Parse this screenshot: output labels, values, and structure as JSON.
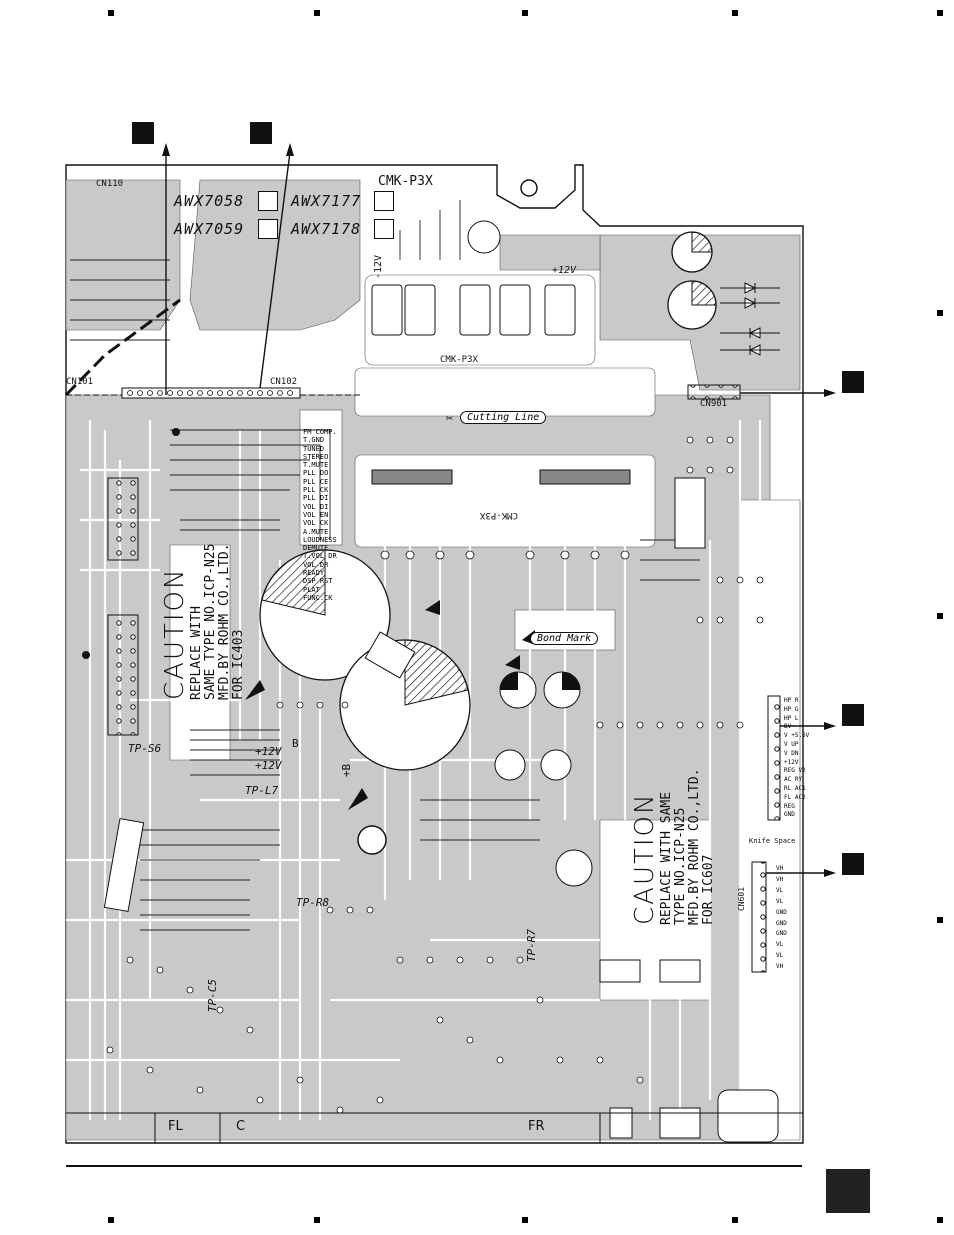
{
  "board": {
    "name": "CMK-P3X",
    "inner_name": "CMK-P3X",
    "center_name": "CMK-P3X"
  },
  "models": [
    "AWX7058",
    "AWX7177",
    "AWX7059",
    "AWX7178"
  ],
  "labels": {
    "cutting_line": "Cutting Line",
    "bond_mark": "Bond Mark",
    "plus12v": "+12V",
    "plus12v_a": "+12V",
    "plus12v_b": "+12V",
    "minus12v": "-12V",
    "knife_space": "Knife Space",
    "tp_s6": "TP-S6",
    "tp_l7": "TP-L7",
    "tp_r8": "TP-R8",
    "tp_r7": "TP-R7",
    "tp_c5": "TP-C5",
    "b_label": "B",
    "plus_b": "+B",
    "fl": "FL",
    "c": "C",
    "fr": "FR",
    "cn110": "CN110",
    "cn101": "CN101",
    "cn102": "CN102",
    "cn601": "CN601",
    "cn901": "CN901"
  },
  "caution_left": {
    "title": "CAUTION",
    "lines": [
      "REPLACE WITH",
      "SAME TYPE NO.ICP-N25",
      "MFD.BY ROHM CO.,LTD.",
      "FOR IC403"
    ]
  },
  "caution_right": {
    "title": "CAUTION",
    "lines": [
      "REPLACE WITH SAME",
      "TYPE NO.ICP-N25",
      "MFD.BY ROHM CO.,LTD.",
      "FOR IC607"
    ]
  },
  "signal_list": [
    "FM COMP.",
    "T.GND",
    "TUNED",
    "STEREO",
    "T.MUTE",
    "PLL DO",
    "PLL CE",
    "PLL CK",
    "PLL DI",
    "VOL DI",
    "VOL EN",
    "VOL CK",
    "A.MUTE",
    "LOUDNESS",
    "DEMUTE",
    "T.VOL DR",
    "VOL DR",
    "READY",
    "DSP RST",
    "PLAT",
    "FUNC.CK"
  ],
  "connector_pins": [
    "HP R",
    "HP G",
    "HP L",
    "BV",
    "V +5.6V",
    "V UP",
    "V DN",
    "+12V",
    "REG V2",
    "AC RY",
    "RL AC1",
    "FL AC2",
    "REG",
    "GND"
  ],
  "cn601_pins": [
    "VH",
    "VH",
    "VL",
    "VL",
    "GND",
    "GND",
    "GND",
    "VL",
    "VL",
    "VH"
  ],
  "icons": {
    "scissors": "scissors-icon",
    "arrow": "arrow-right-icon",
    "up_arrow": "arrow-up-icon"
  }
}
